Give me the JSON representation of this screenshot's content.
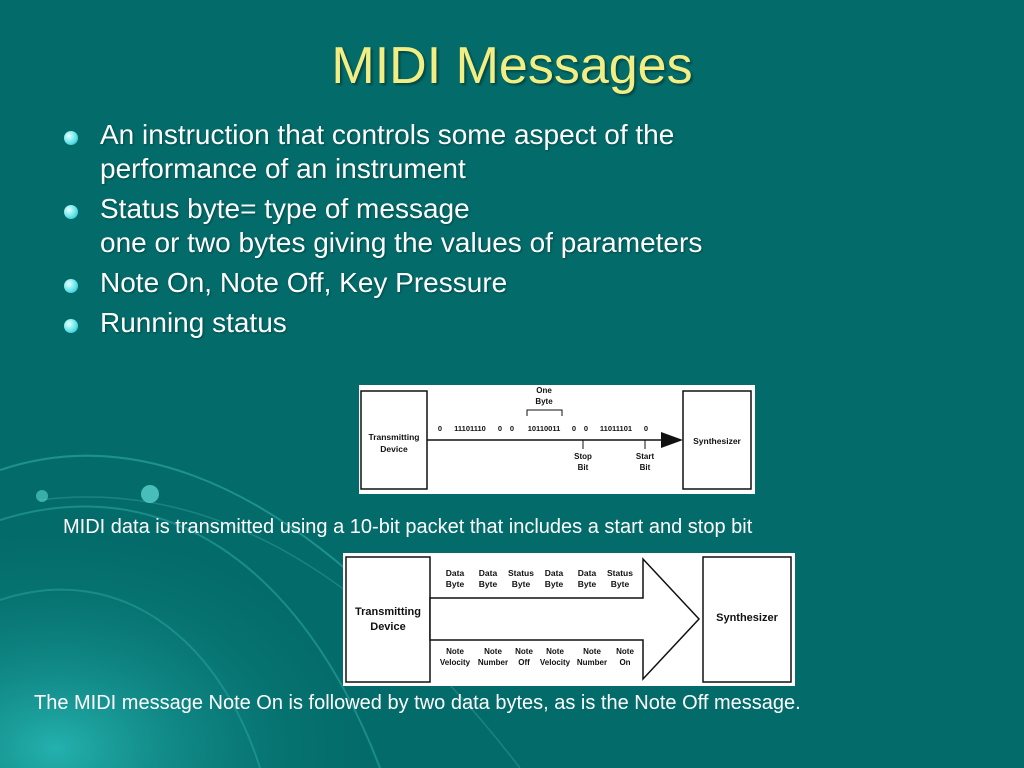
{
  "slide": {
    "title": "MIDI Messages",
    "bullets": [
      {
        "lines": [
          "An instruction that controls some aspect of the",
          "performance of an instrument"
        ]
      },
      {
        "lines": [
          "Status byte= type of message",
          "one or two bytes giving the values of parameters"
        ]
      },
      {
        "lines": [
          "Note On, Note Off, Key Pressure"
        ]
      },
      {
        "lines": [
          "Running status"
        ]
      }
    ]
  },
  "figure1": {
    "left_box": [
      "Transmitting",
      "Device"
    ],
    "right_box": "Synthesizer",
    "one_byte": [
      "One",
      "Byte"
    ],
    "bits": [
      "0",
      "11101110",
      "0",
      "0",
      "10110011",
      "0",
      "0",
      "11011101",
      "0"
    ],
    "stop_bit": [
      "Stop",
      "Bit"
    ],
    "start_bit": [
      "Start",
      "Bit"
    ]
  },
  "caption1": "MIDI data is transmitted using a 10-bit packet that includes a start and stop bit",
  "figure2": {
    "left_box": [
      "Transmitting",
      "Device"
    ],
    "right_box": "Synthesizer",
    "top_labels": [
      [
        "Data",
        "Byte"
      ],
      [
        "Data",
        "Byte"
      ],
      [
        "Status",
        "Byte"
      ],
      [
        "Data",
        "Byte"
      ],
      [
        "Data",
        "Byte"
      ],
      [
        "Status",
        "Byte"
      ]
    ],
    "bottom_labels": [
      [
        "Note",
        "Velocity"
      ],
      [
        "Note",
        "Number"
      ],
      [
        "Note",
        "Off"
      ],
      [
        "Note",
        "Velocity"
      ],
      [
        "Note",
        "Number"
      ],
      [
        "Note",
        "On"
      ]
    ]
  },
  "caption2": "The MIDI message Note On is followed by two data bytes, as is the Note Off message.",
  "colors": {
    "background": "#036c6a",
    "title": "#f2ee84",
    "text": "#ffffff",
    "bullet": "#58e1e6"
  }
}
